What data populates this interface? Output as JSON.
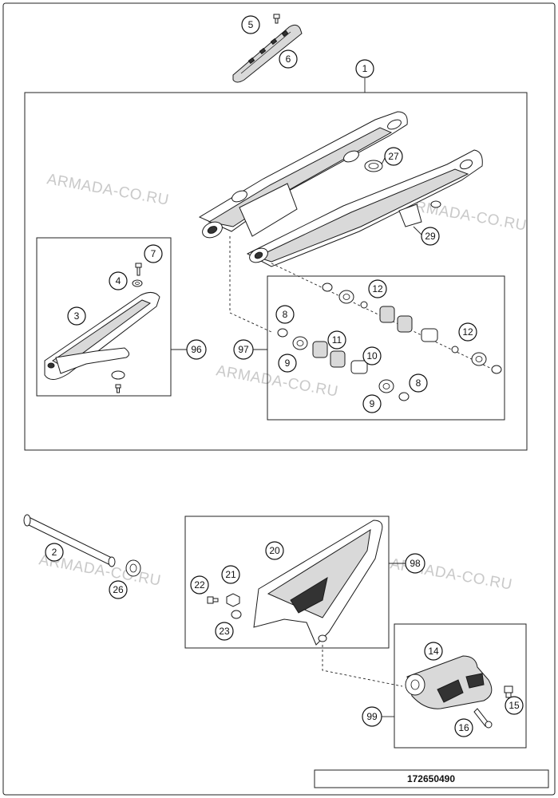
{
  "document_number": "172650490",
  "watermark": "ARMADA-CO.RU",
  "callouts": {
    "c1": "1",
    "c2": "2",
    "c3": "3",
    "c4": "4",
    "c5": "5",
    "c6": "6",
    "c7": "7",
    "c8a": "8",
    "c8b": "8",
    "c9a": "9",
    "c9b": "9",
    "c10": "10",
    "c11": "11",
    "c12a": "12",
    "c12b": "12",
    "c14": "14",
    "c15": "15",
    "c16": "16",
    "c20": "20",
    "c21": "21",
    "c22": "22",
    "c23": "23",
    "c26": "26",
    "c27": "27",
    "c29": "29",
    "c96": "96",
    "c97": "97",
    "c98": "98",
    "c99": "99"
  }
}
